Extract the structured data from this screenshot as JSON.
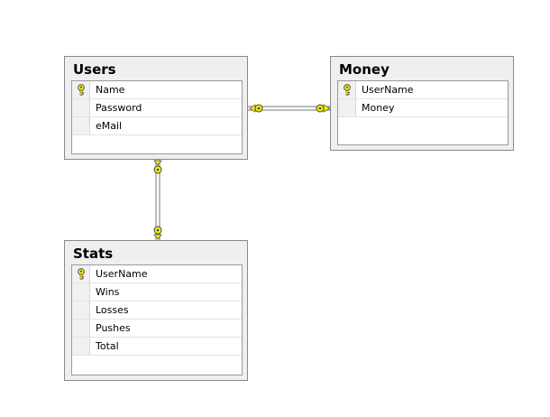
{
  "colors": {
    "background": "#ffffff",
    "table_fill": "#efefef",
    "connector": "#7a7a7a",
    "key_yellow": "#f4f000"
  },
  "tables": {
    "users": {
      "title": "Users",
      "columns": [
        {
          "name": "Name",
          "is_key": true
        },
        {
          "name": "Password",
          "is_key": false
        },
        {
          "name": "eMail",
          "is_key": false
        }
      ]
    },
    "money": {
      "title": "Money",
      "columns": [
        {
          "name": "UserName",
          "is_key": true
        },
        {
          "name": "Money",
          "is_key": false
        }
      ]
    },
    "stats": {
      "title": "Stats",
      "columns": [
        {
          "name": "UserName",
          "is_key": true
        },
        {
          "name": "Wins",
          "is_key": false
        },
        {
          "name": "Losses",
          "is_key": false
        },
        {
          "name": "Pushes",
          "is_key": false
        },
        {
          "name": "Total",
          "is_key": false
        }
      ]
    }
  },
  "relationships": [
    {
      "from": "users",
      "to": "money",
      "from_end": "key",
      "to_end": "key"
    },
    {
      "from": "users",
      "to": "stats",
      "from_end": "key",
      "to_end": "key"
    }
  ]
}
